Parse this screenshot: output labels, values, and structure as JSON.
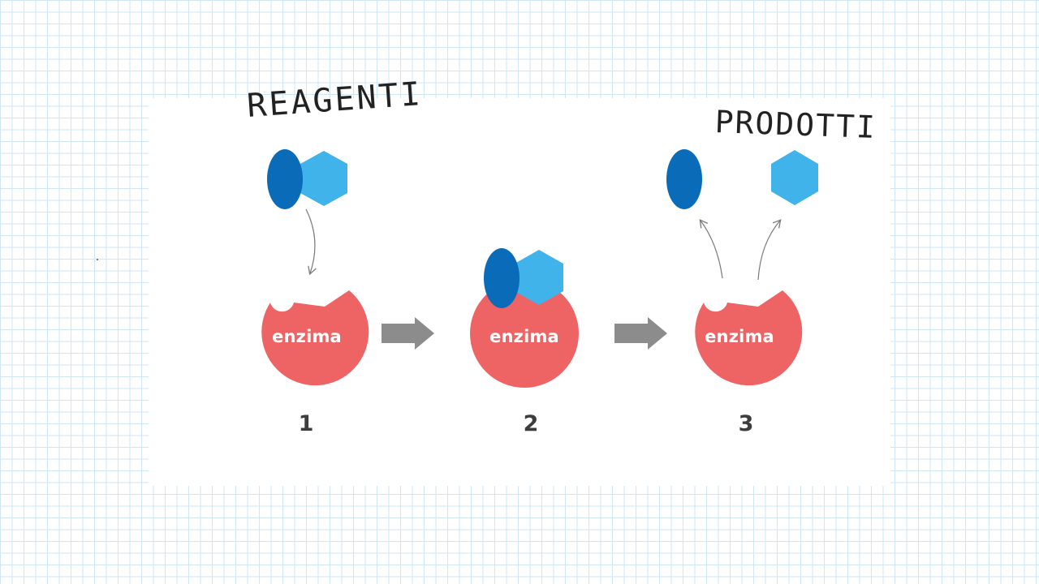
{
  "labels": {
    "reactants": "REAGENTI",
    "products": "PRODOTTI"
  },
  "enzyme": {
    "step1_label": "enzima",
    "step2_label": "enzima",
    "step3_label": "enzima"
  },
  "steps": {
    "one": "1",
    "two": "2",
    "three": "3"
  },
  "colors": {
    "enzyme": "#ee6464",
    "substrate_oval": "#0a6cb8",
    "substrate_hexagon": "#3fb3ea",
    "process_arrow": "#8c8c8c",
    "grid": "#cfe6f7"
  }
}
